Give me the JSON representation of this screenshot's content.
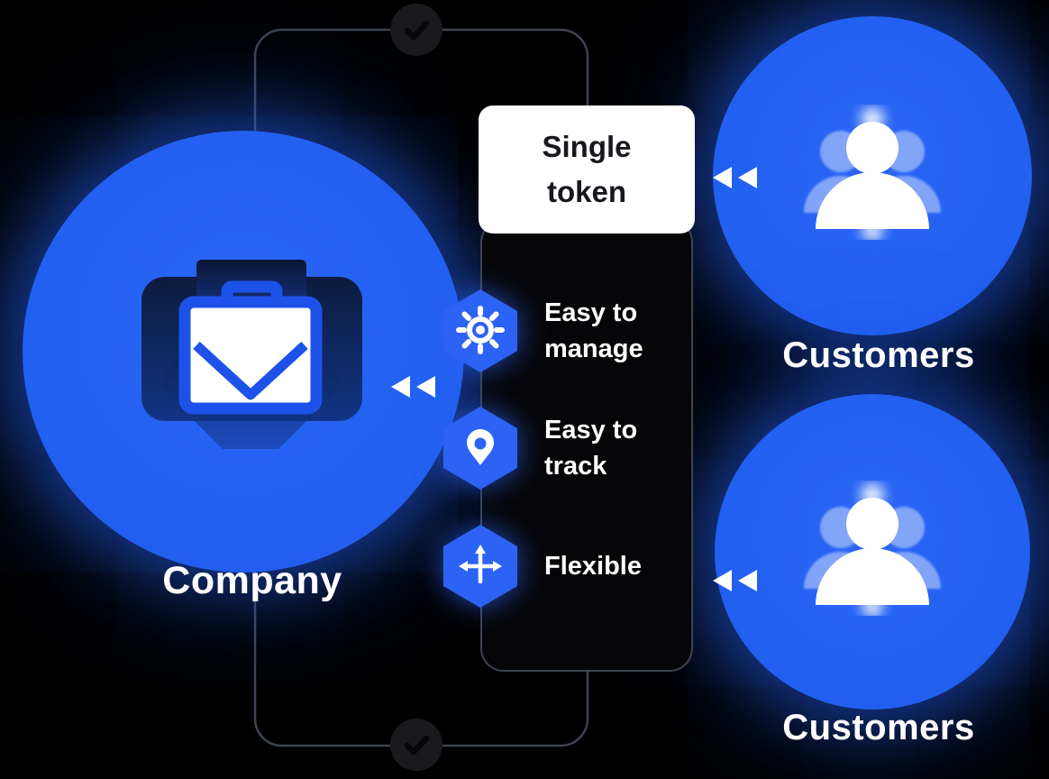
{
  "diagram": {
    "background_color": "#000000",
    "accent_blue": "#2361F2",
    "line_color": "#3E4451",
    "company": {
      "label": "Company",
      "icon": "briefcase-icon"
    },
    "token_card": {
      "label": "Single token"
    },
    "features": [
      {
        "icon": "gear-icon",
        "label": "Easy to manage"
      },
      {
        "icon": "location-pin-icon",
        "label": "Easy to track"
      },
      {
        "icon": "move-icon",
        "label": "Flexible"
      }
    ],
    "customers": [
      {
        "label": "Customers",
        "icon": "users-icon"
      },
      {
        "label": "Customers",
        "icon": "users-icon"
      }
    ],
    "checkmarks": {
      "top": "check-icon",
      "bottom": "check-icon"
    },
    "arrows": {
      "shape": "double-left-triangles",
      "color": "#FFFFFF"
    }
  }
}
